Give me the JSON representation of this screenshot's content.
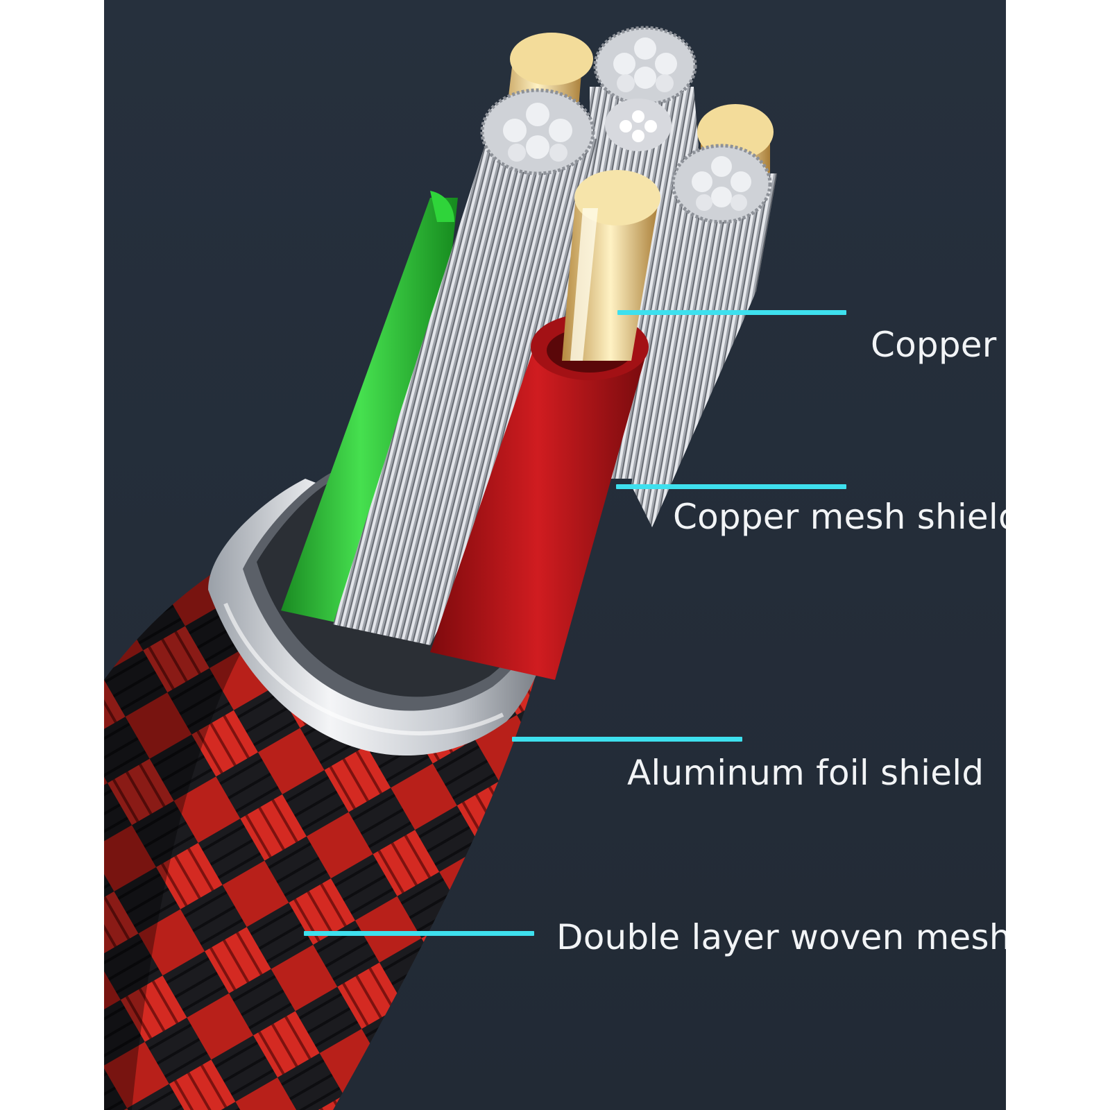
{
  "labels": {
    "copper": "Copper",
    "copper_mesh_shield": "Copper mesh shield",
    "aluminum_foil_shield": "Aluminum foil shield",
    "double_layer_woven_mesh": "Double layer woven mesh"
  },
  "colors": {
    "background": "#26303d",
    "leader_line": "#3ee0ee",
    "label_text": "#f2f4f6",
    "green_wire": "#2fc43a",
    "red_wire": "#c8161b",
    "braid_red": "#d42a22",
    "braid_black": "#1a1a1d",
    "gold_core": "#f0dca0",
    "silver_strands": "#b9bcc2"
  }
}
